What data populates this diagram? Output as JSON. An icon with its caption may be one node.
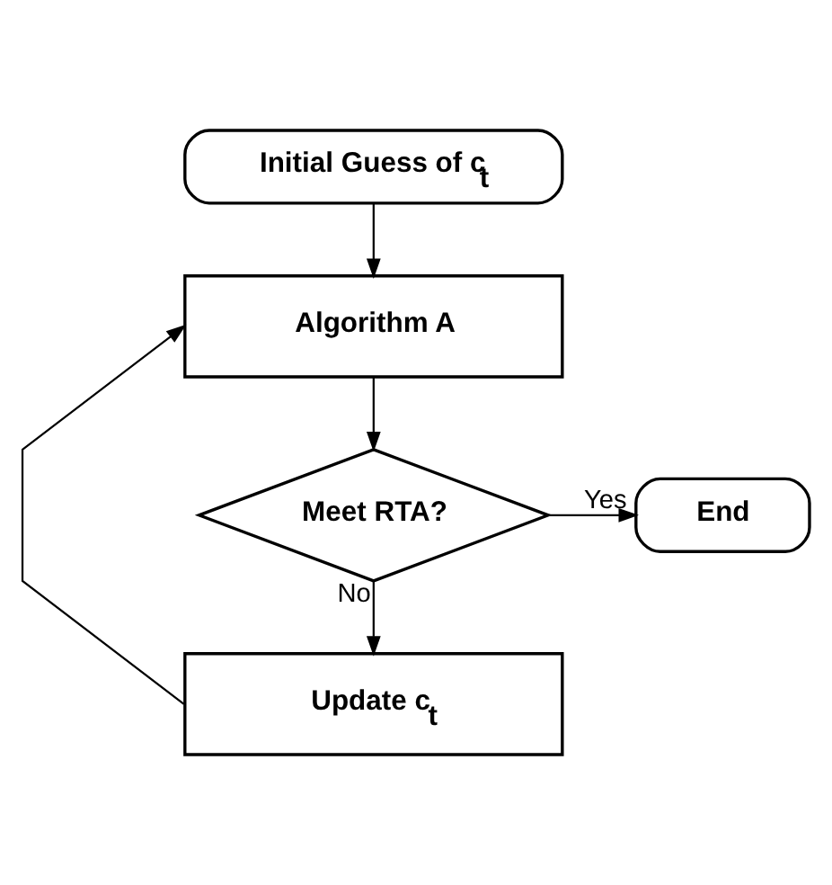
{
  "diagram": {
    "nodes": [
      {
        "text": [
          "Initial Guess of c$_{t}$"
        ]
      },
      {
        "text": [
          "Algorithm A"
        ]
      },
      {
        "text": [
          "Meet RTA?"
        ]
      },
      {
        "text": [
          "End"
        ]
      },
      {
        "text": [
          "Update c$_{t}$"
        ]
      }
    ],
    "edges": [
      {
        "from": 0,
        "to": 1,
        "arrow": "to"
      },
      {
        "from": 1,
        "to": 2,
        "arrow": "to"
      },
      {
        "from": 2,
        "to": 3,
        "arrow": "to",
        "label": "Yes"
      },
      {
        "from": 2,
        "to": 4,
        "arrow": "to",
        "label": "No"
      },
      {
        "from": 4,
        "to": 1,
        "arrow": "to"
      }
    ]
  }
}
